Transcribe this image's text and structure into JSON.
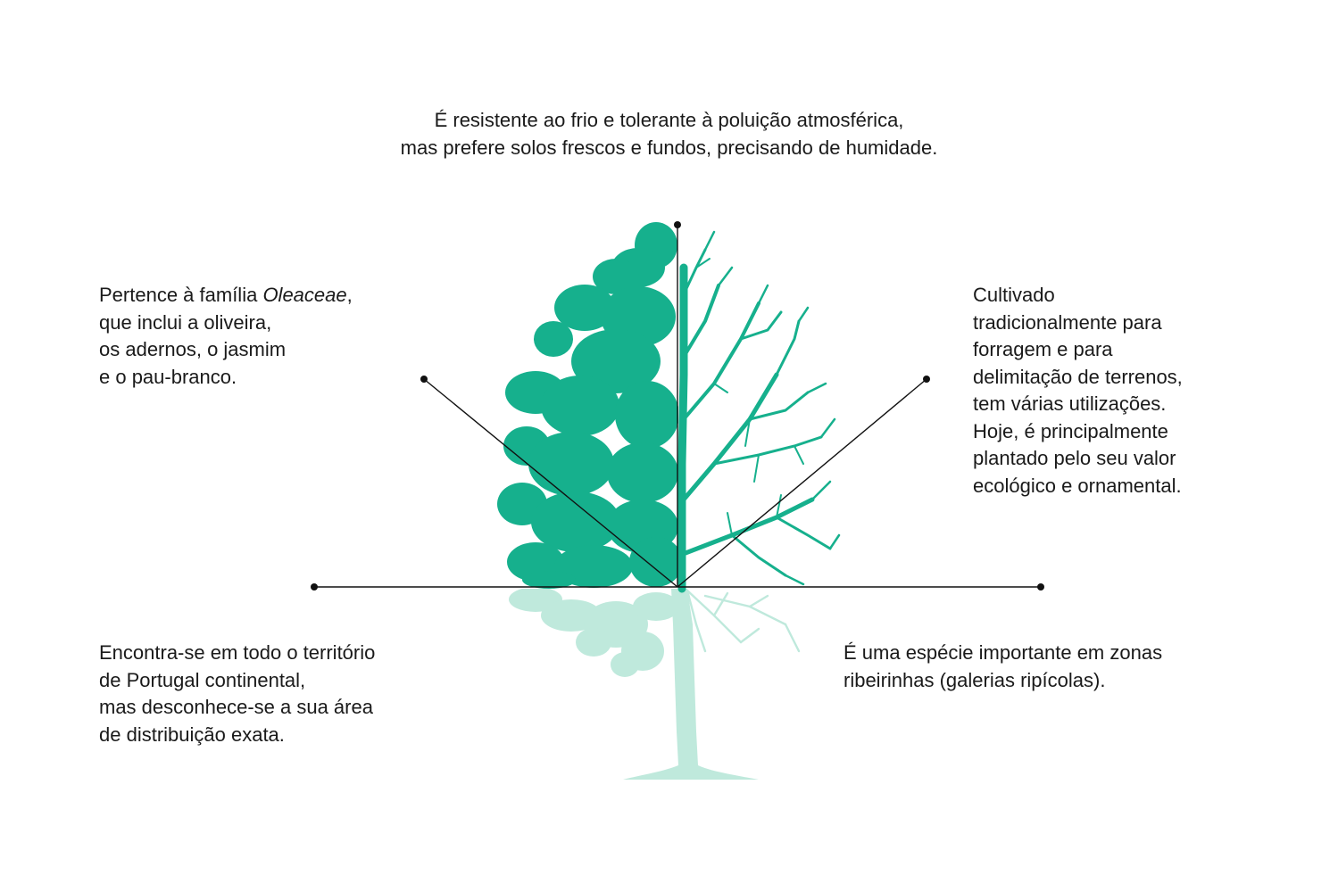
{
  "colors": {
    "foliage": "#16b08d",
    "reflection": "#bfe9dc",
    "leader_lines": "#111111",
    "text": "#1a1a1a"
  },
  "icons": {
    "tree": "ash-tree-half-leafed-half-bare-icon"
  },
  "annotations": {
    "top": {
      "lines": [
        "É resistente ao frio e tolerante à poluição atmosférica,",
        "mas prefere solos frescos e fundos, precisando de humidade."
      ]
    },
    "upper_left": {
      "line1_prefix": "Pertence à família ",
      "line1_italic": "Oleaceae",
      "line1_suffix": ",",
      "lines": [
        "que inclui a oliveira,",
        "os adernos, o jasmim",
        "e o pau-branco."
      ]
    },
    "upper_right": {
      "lines": [
        "Cultivado",
        "tradicionalmente para",
        "forragem e para",
        "delimitação de terrenos,",
        "tem várias utilizações.",
        "Hoje, é principalmente",
        "plantado pelo seu valor",
        "ecológico e ornamental."
      ]
    },
    "lower_left": {
      "lines": [
        "Encontra-se em todo o território",
        "de Portugal continental,",
        "mas desconhece-se a sua área",
        "de distribuição exata."
      ]
    },
    "lower_right": {
      "lines": [
        "É uma espécie importante em zonas",
        "ribeirinhas (galerias ripícolas)."
      ]
    }
  }
}
